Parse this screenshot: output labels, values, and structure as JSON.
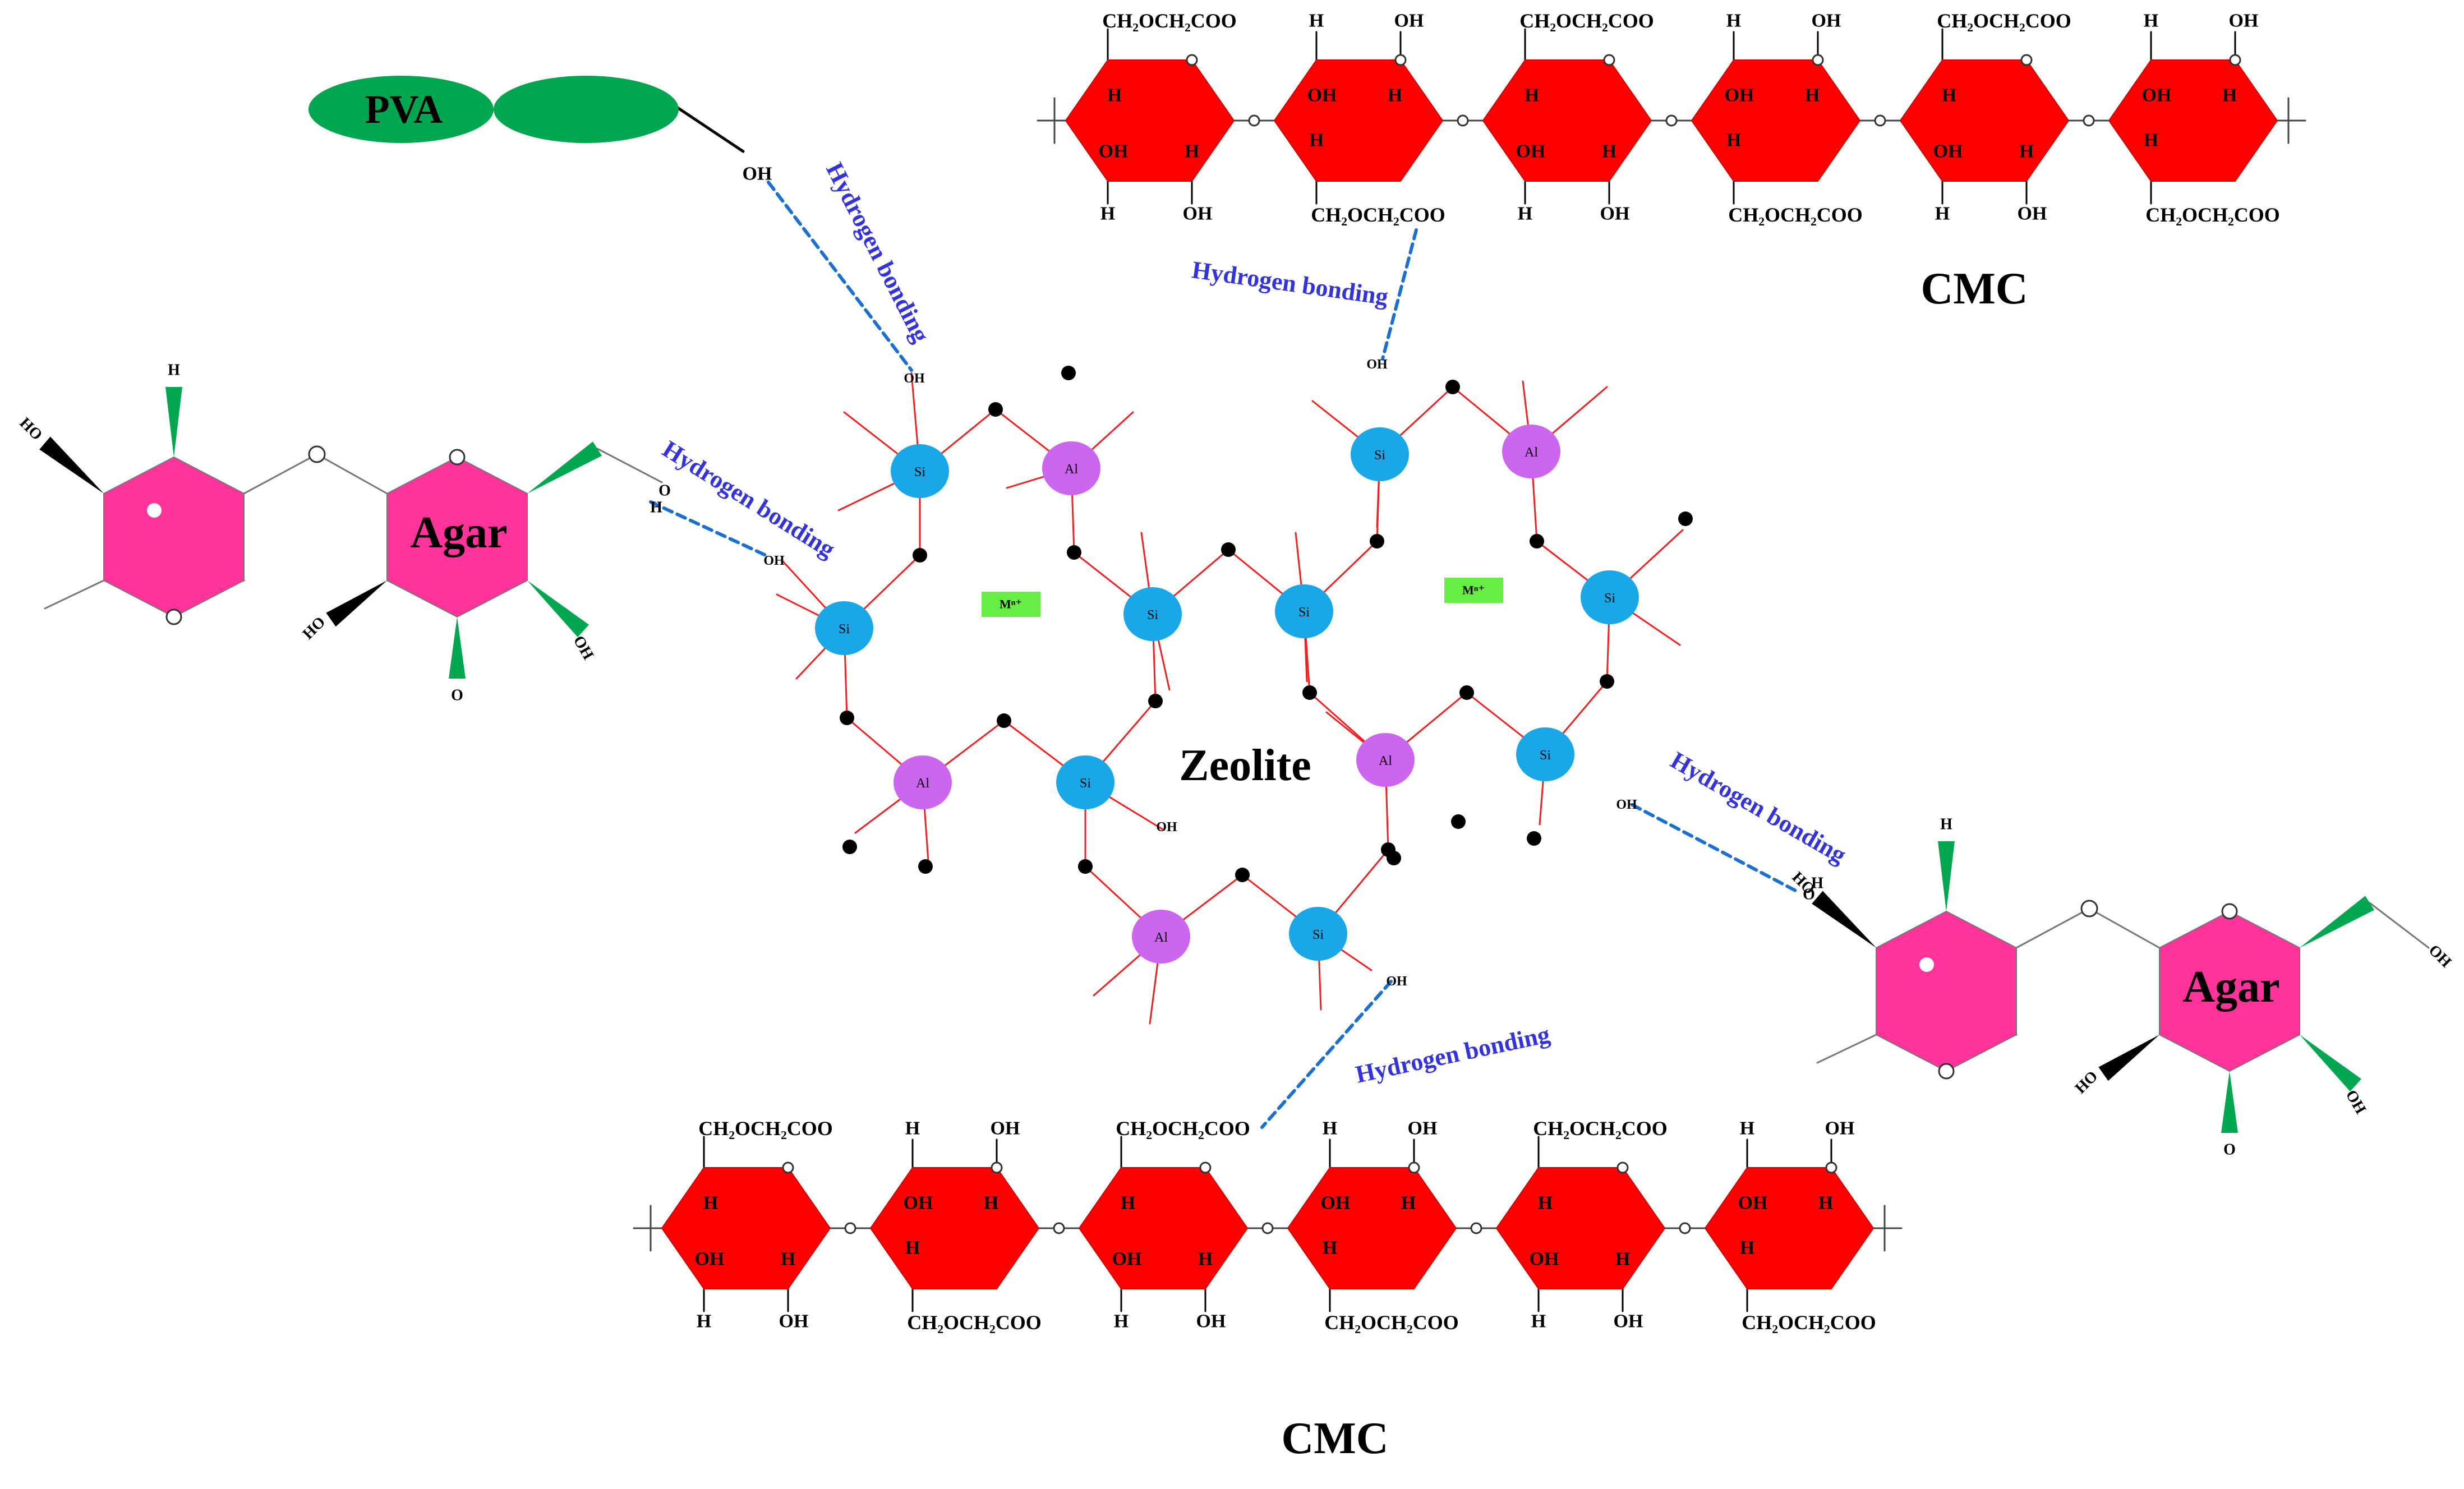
{
  "labels": {
    "pva": "PVA",
    "agar": "Agar",
    "cmc": "CMC",
    "zeolite": "Zeolite",
    "hbond": "Hydrogen bonding",
    "si": "Si",
    "al": "Al",
    "metal": "Mⁿ⁺",
    "oh": "OH",
    "ho": "HO",
    "h": "H",
    "o": "O",
    "ch2": "CH₂OCH₂COO"
  },
  "colors": {
    "cmc_ring": "#ff0000",
    "agar_ring": "#ff3399",
    "pva": "#00a650",
    "wedge_green": "#00a650",
    "si": "#1aa7e8",
    "al": "#cc66ee",
    "metal": "#66ee44",
    "hbond_text": "#3333dd",
    "hbond_line": "#1a6fd1",
    "zeolite_bond": "#ee2222"
  }
}
